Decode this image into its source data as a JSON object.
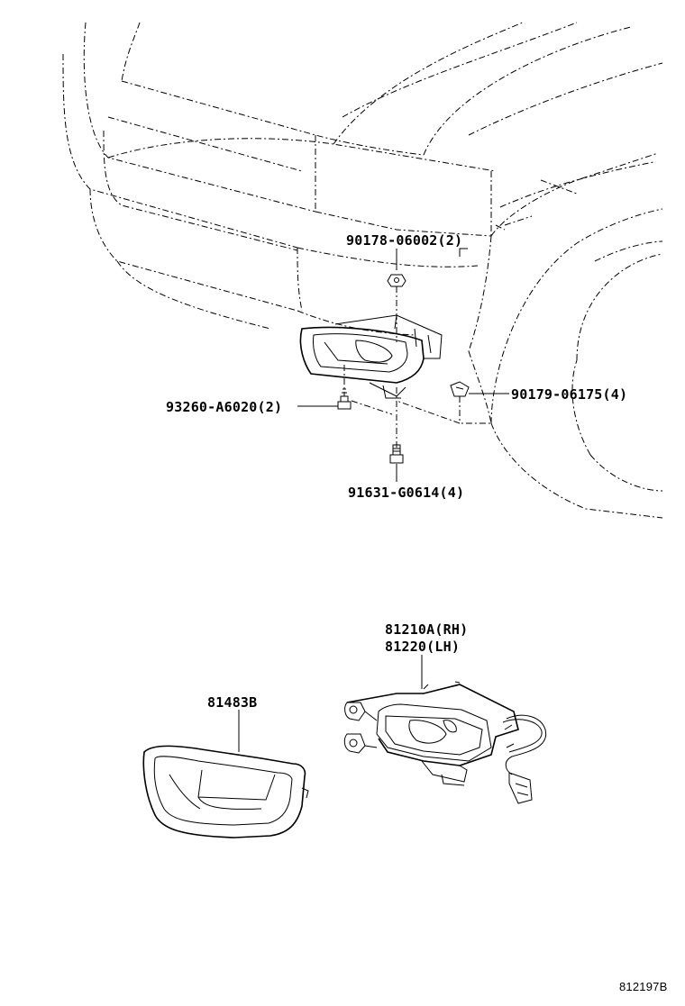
{
  "diagram": {
    "callouts": {
      "clip_nut": "90178-06002(2)",
      "retainer_nut": "90179-06175(4)",
      "screw": "93260-A6020(2)",
      "bolt": "91631-G0614(4)",
      "fog_lamp_rh": "81210A(RH)",
      "fog_lamp_lh": "81220(LH)",
      "lamp_cover": "81483B"
    },
    "figure_code": "812197B"
  }
}
